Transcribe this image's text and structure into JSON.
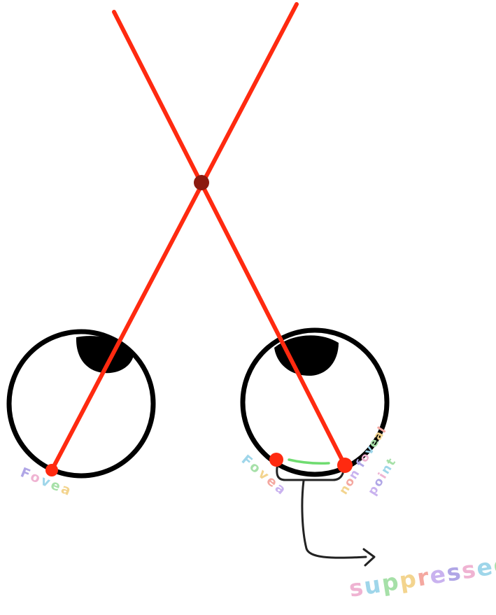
{
  "labels": {
    "left_fovea": "Fovea",
    "right_fovea": "Fovea",
    "nonfoveal_line1": "non foveal",
    "nonfoveal_line2": "point",
    "suppressed": "suppressed"
  },
  "colors": {
    "sight_line": "#ff2a10",
    "crossing_point": "#8b1a10",
    "retina_point": "#ff2a10",
    "eye_outline": "#000000",
    "pupil": "#000000",
    "disparity_marker": "#6fdc70",
    "arrow": "#222222",
    "label_palette": [
      "#b0a6e6",
      "#efb3d2",
      "#9fd6ea",
      "#a6e0a8",
      "#f3d48e",
      "#f4a8a0",
      "#c9b2ef"
    ]
  }
}
